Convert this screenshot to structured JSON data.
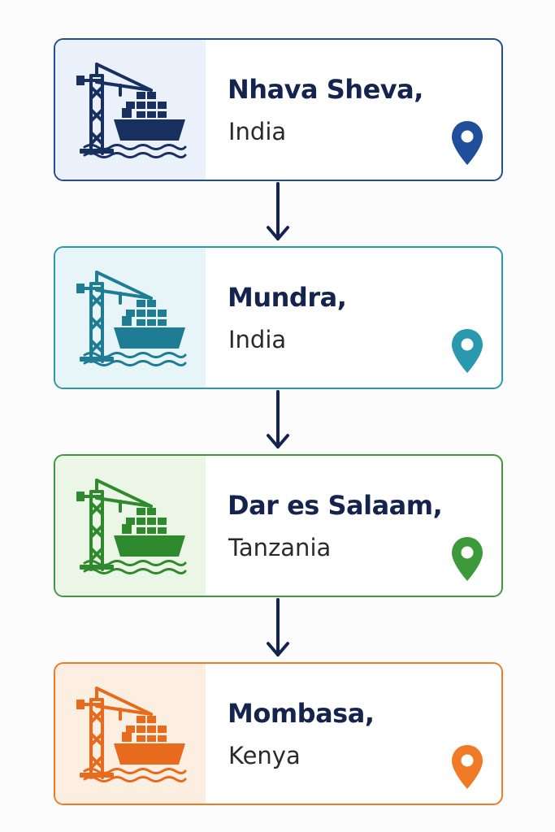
{
  "ports": [
    {
      "name": "Nhava Sheva,",
      "country": "India",
      "color": "#1f4e9a",
      "icon_color": "#17305f",
      "panel_bg": "#eaf1fb",
      "icon": "crane-ship-icon"
    },
    {
      "name": "Mundra,",
      "country": "India",
      "color": "#2a98ae",
      "icon_color": "#1e7c95",
      "panel_bg": "#e7f5f9",
      "icon": "crane-ship-icon"
    },
    {
      "name": "Dar es Salaam,",
      "country": "Tanzania",
      "color": "#3d9a3a",
      "icon_color": "#2f8a2e",
      "panel_bg": "#ebf6e6",
      "icon": "crane-ship-icon"
    },
    {
      "name": "Mombasa,",
      "country": "Kenya",
      "color": "#f07a26",
      "icon_color": "#e86a1c",
      "panel_bg": "#fdeee2",
      "icon": "crane-ship-icon"
    }
  ],
  "arrow_color": "#15244f",
  "pin_icon": "location-pin-icon",
  "arrow_icon": "down-arrow-icon"
}
